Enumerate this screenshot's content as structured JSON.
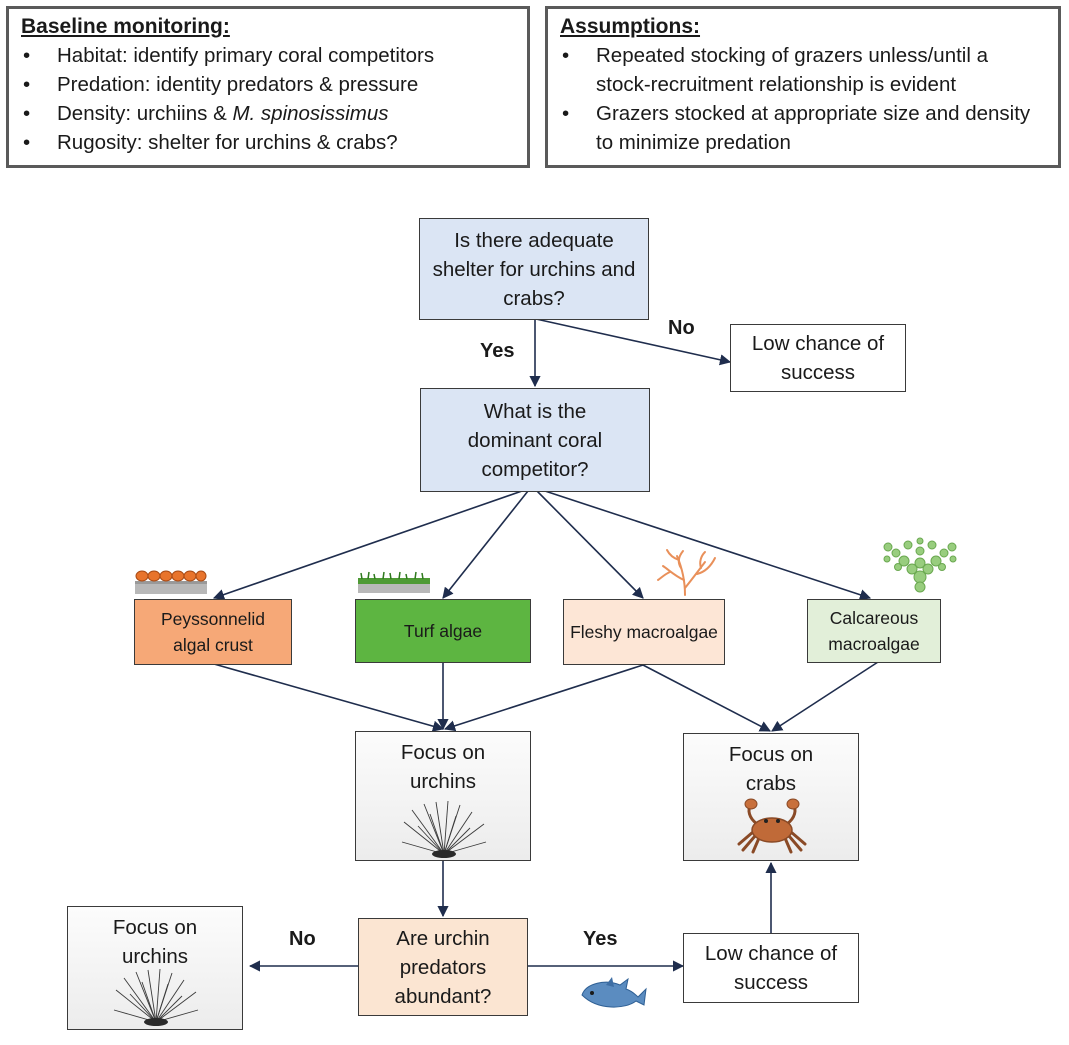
{
  "baseline": {
    "title": "Baseline monitoring:",
    "items": [
      "Habitat: identify primary coral competitors",
      "Predation: identity predators & pressure",
      "Density: urchiins & ",
      "Rugosity: shelter for urchins & crabs?"
    ],
    "density_species": "M. spinosissimus"
  },
  "assumptions": {
    "title": "Assumptions:",
    "items": [
      "Repeated stocking of grazers unless/until a stock-recruitment relationship is evident",
      "Grazers stocked at appropriate size and density to minimize predation"
    ]
  },
  "flow": {
    "q_shelter": "Is there adequate shelter for urchins and crabs?",
    "yes_label": "Yes",
    "no_label": "No",
    "low_chance_top": "Low chance of success",
    "q_competitor": "What is the dominant coral competitor?",
    "peyssonnelid": "Peyssonnelid algal crust",
    "turf": "Turf algae",
    "fleshy": "Fleshy macroalgae",
    "calcareous": "Calcareous macroalgae",
    "focus_urchins": "Focus on urchins",
    "focus_crabs": "Focus on crabs",
    "q_predators": "Are urchin predators abundant?",
    "no_label_bottom": "No",
    "yes_label_bottom": "Yes",
    "focus_urchins_bottom": "Focus on urchins",
    "low_chance_bottom": "Low chance of success"
  },
  "colors": {
    "question_fill": "#dbe5f4",
    "peyssonnelid_fill": "#f6a877",
    "turf_fill": "#5db541",
    "fleshy_fill": "#fde6d6",
    "calcareous_fill": "#e2efd9",
    "predator_question_fill": "#fbe5d2",
    "arrow_color": "#1f2d4d"
  },
  "icons": [
    "crust-icon",
    "turf-icon",
    "fleshy-algae-icon",
    "calcareous-algae-icon",
    "urchin-icon",
    "crab-icon",
    "triggerfish-icon"
  ]
}
